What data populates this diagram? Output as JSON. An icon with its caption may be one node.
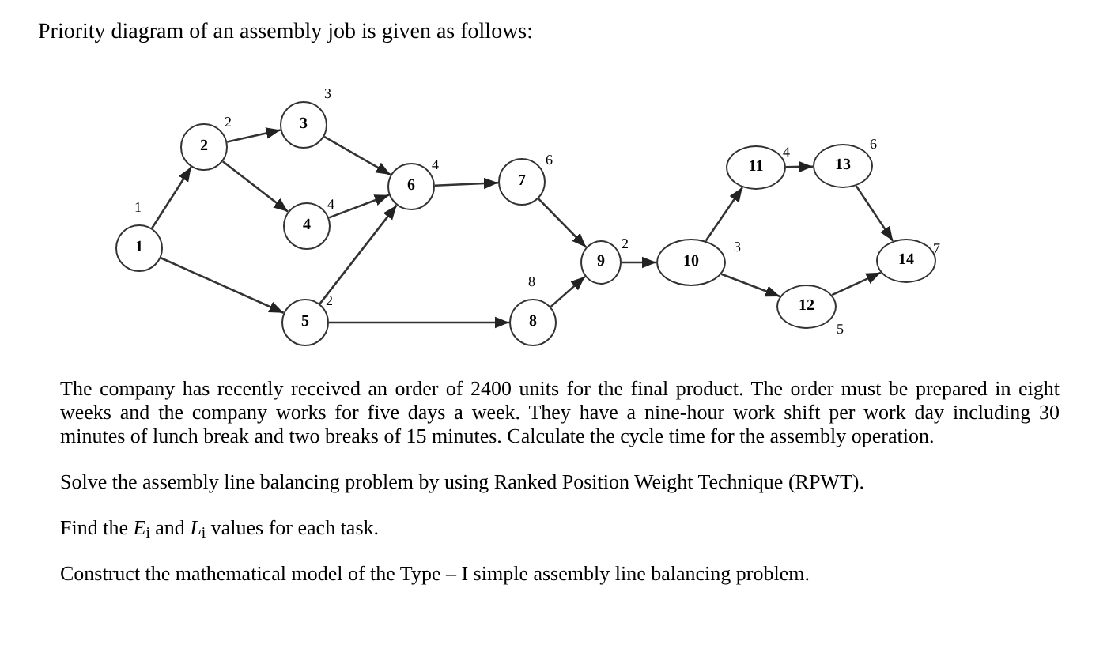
{
  "diagram": {
    "title": "Priority diagram of an assembly job is given as follows:",
    "nodes": [
      {
        "text": [
          "1"
        ],
        "beside": [
          "1"
        ]
      },
      {
        "text": [
          "2"
        ],
        "beside": [
          "2"
        ]
      },
      {
        "text": [
          "3"
        ],
        "beside": [
          "3"
        ]
      },
      {
        "text": [
          "4"
        ],
        "beside": [
          "4"
        ]
      },
      {
        "text": [
          "5"
        ],
        "beside": [
          "2"
        ]
      },
      {
        "text": [
          "6"
        ],
        "beside": [
          "4"
        ]
      },
      {
        "text": [
          "7"
        ],
        "beside": [
          "6"
        ]
      },
      {
        "text": [
          "8"
        ],
        "beside": [
          "8"
        ]
      },
      {
        "text": [
          "9"
        ],
        "beside": [
          "2"
        ]
      },
      {
        "text": [
          "10"
        ],
        "beside": [
          "3"
        ]
      },
      {
        "text": [
          "11"
        ],
        "beside": [
          "4"
        ]
      },
      {
        "text": [
          "12"
        ],
        "beside": [
          "5"
        ]
      },
      {
        "text": [
          "13"
        ],
        "beside": [
          "6"
        ]
      },
      {
        "text": [
          "14"
        ],
        "beside": [
          "7"
        ]
      }
    ],
    "edges": [
      {
        "from": 0,
        "to": 1,
        "arrow": "to"
      },
      {
        "from": 0,
        "to": 4,
        "arrow": "to"
      },
      {
        "from": 1,
        "to": 2,
        "arrow": "to"
      },
      {
        "from": 1,
        "to": 3,
        "arrow": "to"
      },
      {
        "from": 2,
        "to": 5,
        "arrow": "to"
      },
      {
        "from": 3,
        "to": 5,
        "arrow": "to"
      },
      {
        "from": 4,
        "to": 5,
        "arrow": "to"
      },
      {
        "from": 4,
        "to": 7,
        "arrow": "to"
      },
      {
        "from": 5,
        "to": 6,
        "arrow": "to"
      },
      {
        "from": 6,
        "to": 8,
        "arrow": "to"
      },
      {
        "from": 7,
        "to": 8,
        "arrow": "to"
      },
      {
        "from": 8,
        "to": 9,
        "arrow": "to"
      },
      {
        "from": 9,
        "to": 10,
        "arrow": "to"
      },
      {
        "from": 9,
        "to": 11,
        "arrow": "to"
      },
      {
        "from": 10,
        "to": 12,
        "arrow": "to"
      },
      {
        "from": 12,
        "to": 13,
        "arrow": "to"
      },
      {
        "from": 11,
        "to": 13,
        "arrow": "to"
      }
    ],
    "labels": [
      "The company has recently received an order of 2400 units for the final product. The order must be prepared in eight weeks and the company works for five days a week. They have a nine-hour work shift per work day including 30 minutes of lunch break and two breaks of 15 minutes. Calculate the cycle time for the assembly operation.",
      "Solve the assembly line balancing problem by using Ranked Position Weight Technique (RPWT).",
      "Find the *E*$_{i}$ and *L*$_{i}$ values for each task.",
      "Construct the mathematical model of the Type – I simple assembly line balancing problem."
    ]
  }
}
